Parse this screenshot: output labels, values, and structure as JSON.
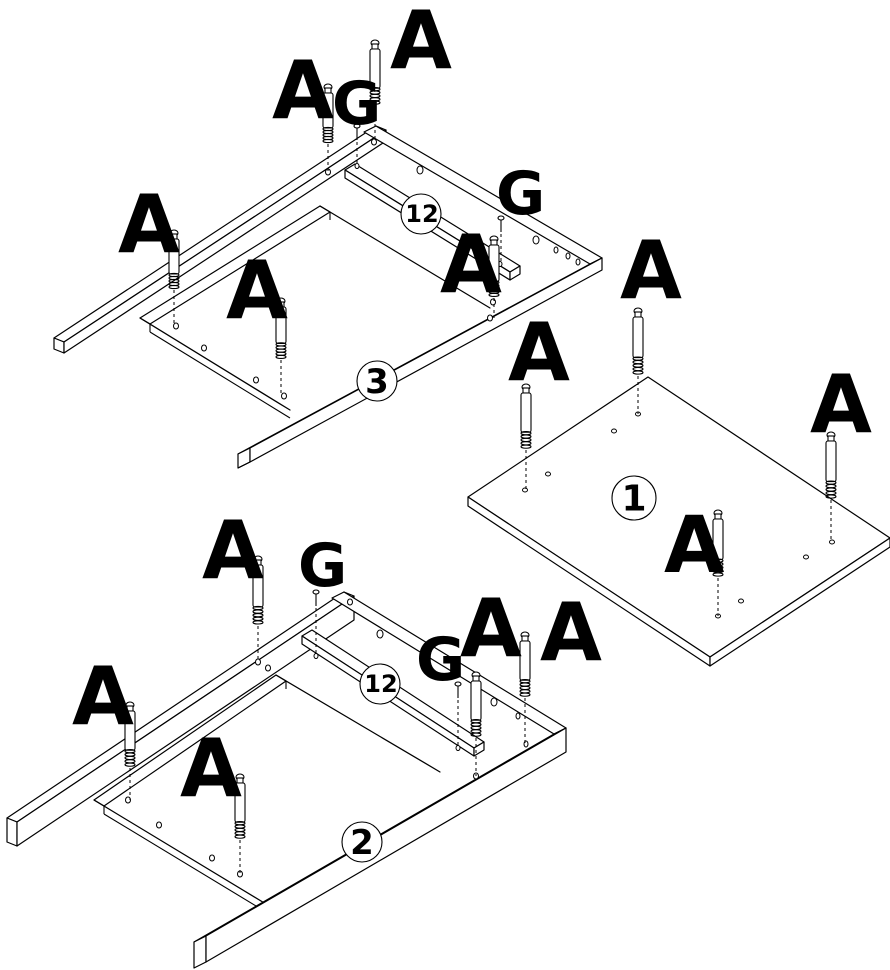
{
  "panel_1": {
    "label": "1"
  },
  "frame_2": {
    "label": "2",
    "rail_label": "12"
  },
  "frame_3": {
    "label": "3",
    "rail_label": "12"
  },
  "hardware": {
    "cam_bolt_letter": "A",
    "screw_letter": "G"
  }
}
